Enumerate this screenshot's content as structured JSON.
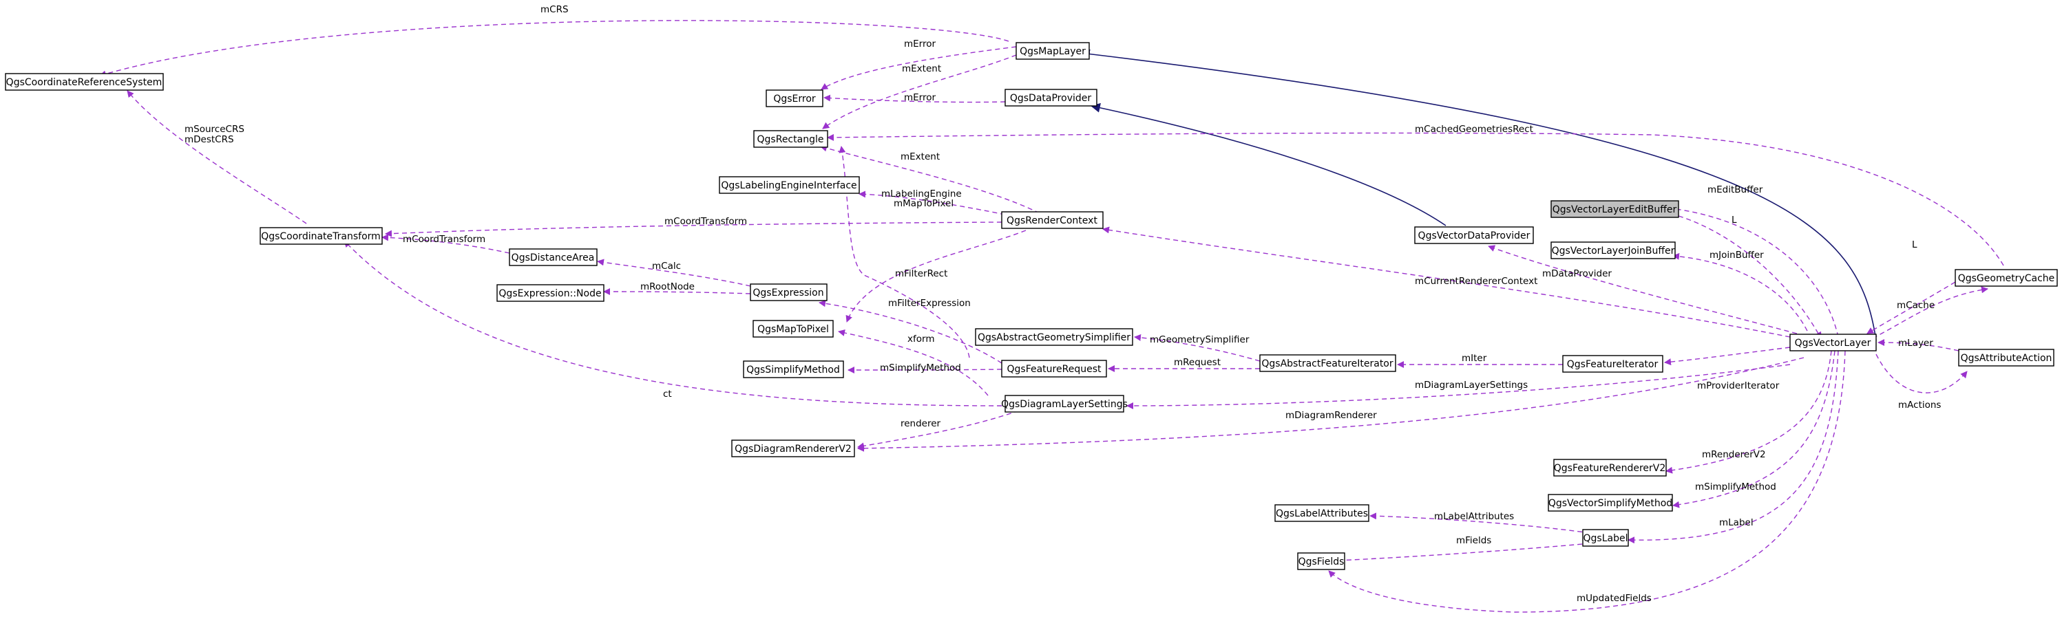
{
  "nodes": {
    "crs": "QgsCoordinateReferenceSystem",
    "maplayer": "QgsMapLayer",
    "error": "QgsError",
    "dataprovider": "QgsDataProvider",
    "rectangle": "QgsRectangle",
    "labelingengine": "QgsLabelingEngineInterface",
    "rendercontext": "QgsRenderContext",
    "coordtransform": "QgsCoordinateTransform",
    "distancearea": "QgsDistanceArea",
    "exprnode": "QgsExpression::Node",
    "expression": "QgsExpression",
    "maptopixel": "QgsMapToPixel",
    "simplifymethod": "QgsSimplifyMethod",
    "diagramrenderer": "QgsDiagramRendererV2",
    "geomsimplifier": "QgsAbstractGeometrySimplifier",
    "featurerequest": "QgsFeatureRequest",
    "diagramsettings": "QgsDiagramLayerSettings",
    "absfeatureiterator": "QgsAbstractFeatureIterator",
    "featureiterator": "QgsFeatureIterator",
    "vectordataprovider": "QgsVectorDataProvider",
    "editbuffer": "QgsVectorLayerEditBuffer",
    "joinbuffer": "QgsVectorLayerJoinBuffer",
    "vectorlayer": "QgsVectorLayer",
    "geometrycache": "QgsGeometryCache",
    "attributeaction": "QgsAttributeAction",
    "featurerenderer": "QgsFeatureRendererV2",
    "vectorsimplifymethod": "QgsVectorSimplifyMethod",
    "labelattributes": "QgsLabelAttributes",
    "label": "QgsLabel",
    "fields": "QgsFields"
  },
  "edges": {
    "mCRS": "mCRS",
    "mSourceCRS": "mSourceCRS",
    "mDestCRS": "mDestCRS",
    "mError1": "mError",
    "mError2": "mError",
    "mExtent1": "mExtent",
    "mExtent2": "mExtent",
    "mCachedGeometriesRect": "mCachedGeometriesRect",
    "mLabelingEngine": "mLabelingEngine",
    "mCoordTransform1": "mCoordTransform",
    "mCoordTransform2": "mCoordTransform",
    "mCalc": "mCalc",
    "mRootNode": "mRootNode",
    "mMapToPixel": "mMapToPixel",
    "mFilterRect": "mFilterRect",
    "mFilterExpression": "mFilterExpression",
    "xform": "xform",
    "mSimplifyMethod1": "mSimplifyMethod",
    "mSimplifyMethod2": "mSimplifyMethod",
    "ct": "ct",
    "renderer": "renderer",
    "mGeometrySimplifier": "mGeometrySimplifier",
    "mRequest": "mRequest",
    "mIter": "mIter",
    "mProviderIterator": "mProviderIterator",
    "mCurrentRendererContext": "mCurrentRendererContext",
    "mDataProvider": "mDataProvider",
    "mEditBuffer": "mEditBuffer",
    "L1": "L",
    "L2": "L",
    "mJoinBuffer": "mJoinBuffer",
    "mCache": "mCache",
    "mLayer": "mLayer",
    "mActions": "mActions",
    "mDiagramLayerSettings": "mDiagramLayerSettings",
    "mDiagramRenderer": "mDiagramRenderer",
    "mRendererV2": "mRendererV2",
    "mLabelAttributes": "mLabelAttributes",
    "mFields": "mFields",
    "mLabel": "mLabel",
    "mUpdatedFields": "mUpdatedFields"
  },
  "colors": {
    "dependency": "#9a32cd",
    "inheritance": "#191970",
    "highlight": "#bfbfbf"
  }
}
